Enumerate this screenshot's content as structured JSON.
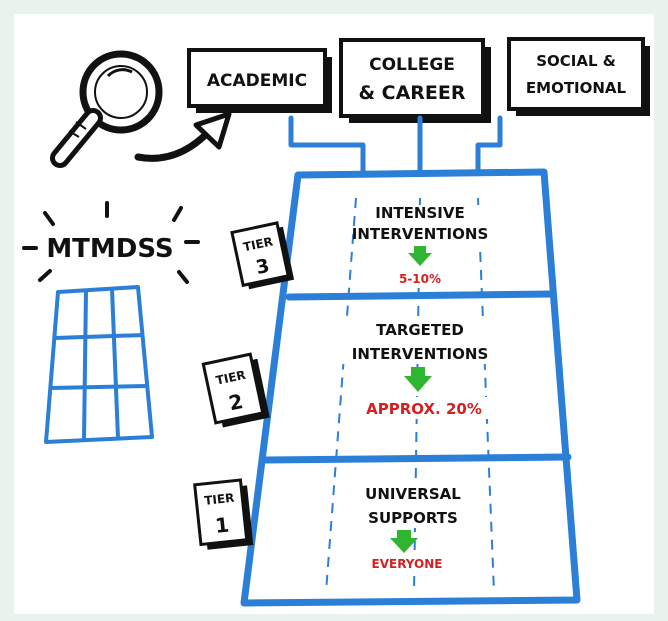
{
  "categories": [
    "ACADEMIC",
    "COLLEGE",
    "& CAREER",
    "SOCIAL &",
    "EMOTIONAL"
  ],
  "model_label": "MTMDSS",
  "tiers": [
    {
      "tag_line1": "TIER",
      "tag_line2": "3",
      "title_line1": "INTENSIVE",
      "title_line2": "INTERVENTIONS",
      "share": "5-10%"
    },
    {
      "tag_line1": "TIER",
      "tag_line2": "2",
      "title_line1": "TARGETED",
      "title_line2": "INTERVENTIONS",
      "share": "APPROX. 20%"
    },
    {
      "tag_line1": "TIER",
      "tag_line2": "1",
      "title_line1": "UNIVERSAL",
      "title_line2": "SUPPORTS",
      "share": "EVERYONE"
    }
  ],
  "colors": {
    "blue": "#2b7fd6",
    "red": "#d61f1f",
    "green": "#2fb52f",
    "ink": "#111111"
  },
  "icons": [
    "magnifier-icon",
    "curved-arrow-icon",
    "grid-icon",
    "down-arrow-icon"
  ]
}
